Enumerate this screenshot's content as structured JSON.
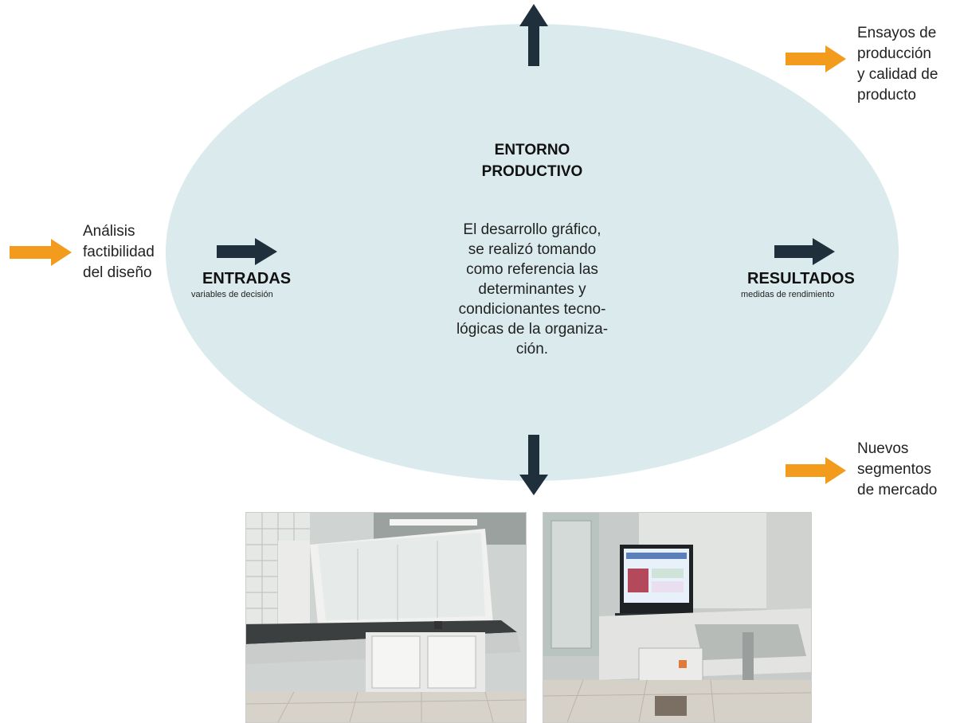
{
  "center": {
    "title_line1": "ENTORNO",
    "title_line2": "PRODUCTIVO",
    "body_lines": [
      "El desarrollo gráfico,",
      "se realizó tomando",
      "como referencia las",
      "determinantes y",
      "condicionantes tecno-",
      "lógicas de la organiza-",
      "ción."
    ]
  },
  "inputs": {
    "label": "ENTRADAS",
    "sublabel": "variables de decisión"
  },
  "results": {
    "label": "RESULTADOS",
    "sublabel": "medidas de rendimiento"
  },
  "left_note": {
    "lines": [
      "Análisis",
      "factibilidad",
      "del diseño"
    ]
  },
  "top_right_note": {
    "lines": [
      "Ensayos de",
      "producción",
      "y calidad de",
      "producto"
    ]
  },
  "bottom_right_note": {
    "lines": [
      "Nuevos",
      "segmentos",
      "de mercado"
    ]
  },
  "colors": {
    "ellipse": "#dbeaed",
    "dark_arrow": "#1f2f3c",
    "orange_arrow": "#f29b1c"
  }
}
